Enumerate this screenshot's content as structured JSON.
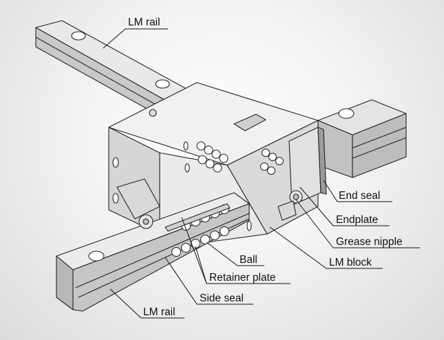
{
  "labels": {
    "lm_rail_top": "LM rail",
    "end_seal": "End seal",
    "endplate": "Endplate",
    "grease_nipple": "Grease nipple",
    "lm_block": "LM block",
    "ball": "Ball",
    "retainer_plate": "Retainer plate",
    "side_seal": "Side seal",
    "lm_rail_bottom": "LM rail"
  }
}
